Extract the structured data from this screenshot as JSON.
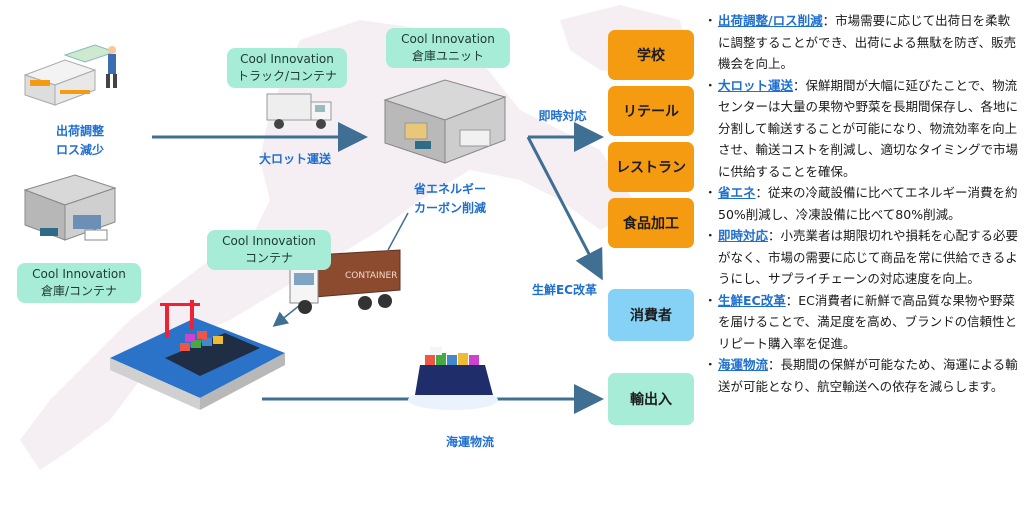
{
  "nodes": {
    "truck_label": {
      "line1": "Cool Innovation",
      "line2": "トラック/コンテナ"
    },
    "warehouse_unit_label": {
      "line1": "Cool Innovation",
      "line2": "倉庫ユニット"
    },
    "container_label": {
      "line1": "Cool Innovation",
      "line2": "コンテナ"
    },
    "warehouse_container_label": {
      "line1": "Cool Innovation",
      "line2": "倉庫/コンテナ"
    }
  },
  "edge_labels": {
    "shipping_adjust": {
      "line1": "出荷調整",
      "line2": "ロス減少"
    },
    "bulk_transport": "大ロット運送",
    "energy_saving": {
      "line1": "省エネルギー",
      "line2": "カーボン削減"
    },
    "immediate": "即時対応",
    "ec_reform": "生鮮EC改革",
    "sea_logistics": "海運物流"
  },
  "destinations": {
    "school": "学校",
    "retail": "リテール",
    "restaurant": "レストラン",
    "food_processing": "食品加工",
    "consumer": "消費者",
    "import_export": "輸出入"
  },
  "bullets": [
    {
      "term": "出荷調整/ロス削減",
      "text": "：市場需要に応じて出荷日を柔軟に調整することができ、出荷による無駄を防ぎ、販売機会を向上。"
    },
    {
      "term": "大ロット運送",
      "text": "：保鮮期間が大幅に延びたことで、物流センターは大量の果物や野菜を長期間保存し、各地に分割して輸送することが可能になり、物流効率を向上させ、輸送コストを削減し、適切なタイミングで市場に供給することを確保。"
    },
    {
      "term": "省エネ",
      "text": "：従来の冷蔵設備に比べてエネルギー消費を約50%削減し、冷凍設備に比べて80%削減。"
    },
    {
      "term": "即時対応",
      "text": "：小売業者は期限切れや損耗を心配する必要がなく、市場の需要に応じて商品を常に供給できるようにし、サプライチェーンの対応速度を向上。"
    },
    {
      "term": "生鮮EC改革",
      "text": "：EC消費者に新鮮で高品質な果物や野菜を届けることで、満足度を高め、ブランドの信頼性とリピート購入率を促進。"
    },
    {
      "term": "海運物流",
      "text": "：長期間の保鮮が可能なため、海運による輸送が可能となり、航空輸送への依存を減らします。"
    }
  ],
  "bullet_symbol": "・",
  "colors": {
    "accent_blue": "#1f6fd1",
    "arrow": "#3f6f93",
    "orange": "#f59b12",
    "mint": "#a6ecd6",
    "sky": "#86d1f6"
  },
  "container_text": "CONTAINER"
}
